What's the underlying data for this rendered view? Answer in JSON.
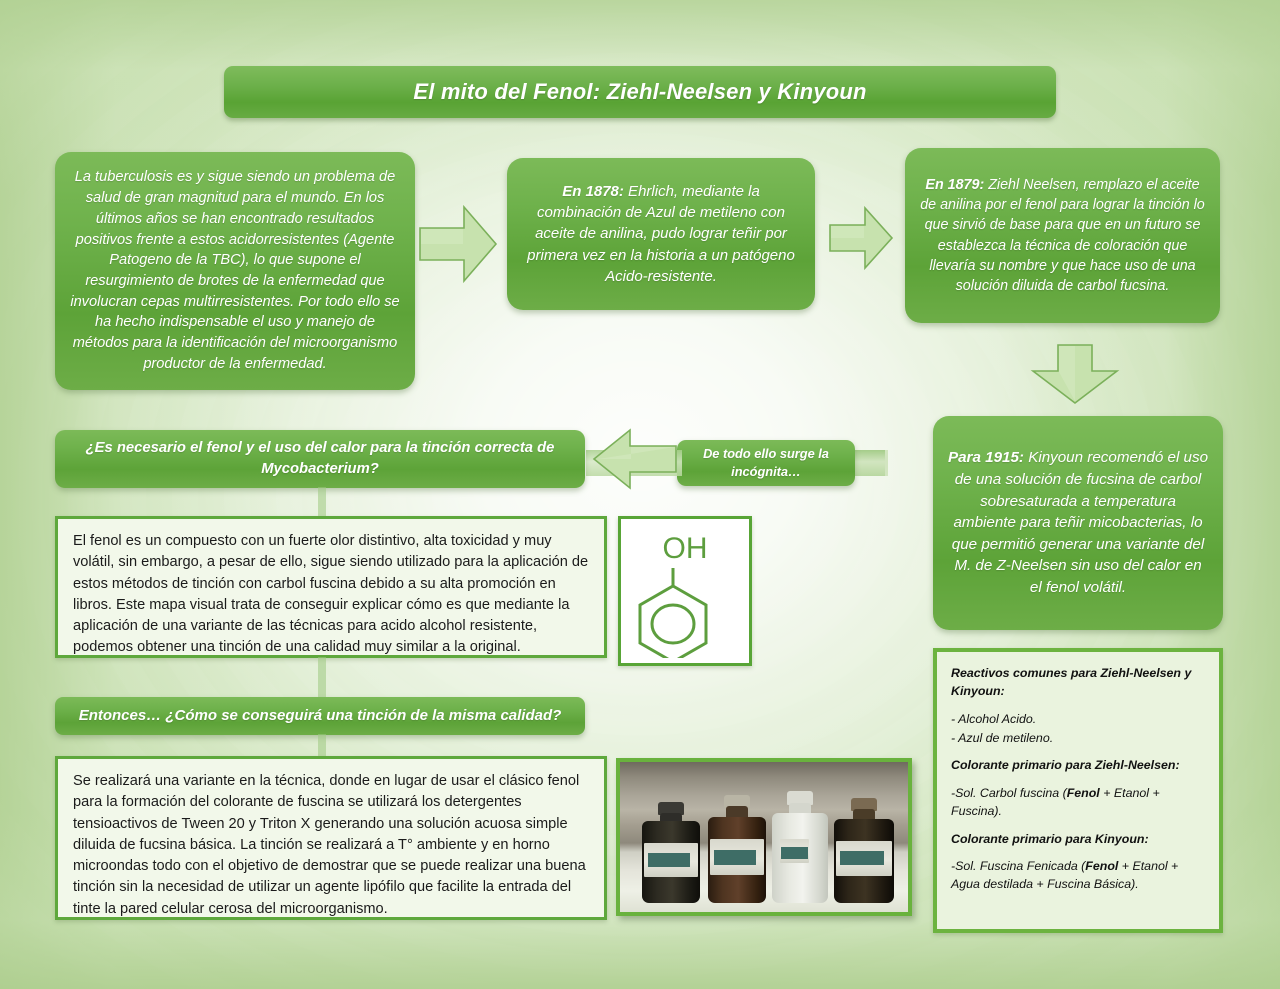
{
  "title": "El mito del Fenol: Ziehl-Neelsen y Kinyoun",
  "colors": {
    "brand_green": "#5ea83c",
    "box_green": "#6cb04a",
    "arrow_fill": "#c5e0ab",
    "arrow_stroke": "#77ad55",
    "cream": "#f2f8ea",
    "background": "#c6dfae"
  },
  "boxes": {
    "tuberculosis": "La tuberculosis es y sigue siendo un problema de salud de gran magnitud para el mundo. En los últimos años se han encontrado resultados positivos frente a estos acidorresistentes (Agente Patogeno de la TBC), lo que supone el resurgimiento de brotes de la enfermedad que involucran cepas multirresistentes. Por todo ello se ha hecho indispensable el uso y manejo de métodos para la identificación del microorganismo productor de la enfermedad.",
    "year_1878_label": "En 1878:",
    "year_1878_text": " Ehrlich, mediante la combinación de Azul de metileno con aceite de anilina, pudo lograr teñir por primera vez en la historia a un patógeno Acido-resistente.",
    "year_1879_label": "En 1879:",
    "year_1879_text": " Ziehl Neelsen, remplazo el aceite de anilina por el fenol para lograr la tinción lo que sirvió de base para que en un futuro se establezca la técnica de coloración que llevaría su nombre y que hace uso de una solución diluida de carbol fucsina.",
    "year_1915_label": "Para 1915:",
    "year_1915_text": " Kinyoun recomendó el uso de una solución de fucsina de carbol sobresaturada a temperatura ambiente para teñir micobacterias, lo que permitió generar una variante del M. de Z-Neelsen sin uso del calor en el fenol volátil.",
    "incognita": "De todo ello surge la incógnita…",
    "question": "¿Es necesario el fenol y el uso del calor para la tinción correcta de Mycobacterium?",
    "fenol_text": "El fenol es un compuesto con un fuerte olor distintivo, alta toxicidad y muy volátil, sin embargo, a pesar de ello, sigue siendo utilizado para la aplicación de estos métodos de tinción con carbol fuscina debido a su alta promoción en libros. Este mapa visual trata de conseguir explicar cómo es que mediante la aplicación de una variante de las técnicas para acido alcohol resistente, podemos obtener una tinción de una calidad muy similar a la original.",
    "entonces": "Entonces… ¿Cómo se conseguirá una tinción de la misma calidad?",
    "variante_text": "Se realizará una variante en la técnica, donde en lugar de usar el clásico fenol para la formación del colorante de fuscina se utilizará los detergentes tensioactivos de Tween 20 y Triton X generando una solución acuosa simple diluida de fucsina básica. La tinción se realizará a T° ambiente y en horno microondas todo con el objetivo de demostrar que se puede realizar una buena tinción sin la necesidad de utilizar un agente lipófilo que facilite la entrada del tinte la pared celular cerosa del microorganismo."
  },
  "reactivos": {
    "heading": "Reactivos comunes para Ziehl-Neelsen y Kinyoun:",
    "item_1": "- Alcohol Acido.",
    "item_2": "- Azul de metileno.",
    "subheading_zn": "Colorante primario para Ziehl-Neelsen:",
    "zn_line_a": "-Sol. Carbol fuscina (",
    "zn_bold": "Fenol",
    "zn_line_b": " + Etanol + Fuscina).",
    "subheading_kin": "Colorante primario para Kinyoun:",
    "kin_line_a": "-Sol. Fuscina Fenicada (",
    "kin_bold": "Fenol",
    "kin_line_b": " + Etanol + Agua destilada + Fuscina Básica)."
  },
  "phenol_molecule": {
    "label": "OH",
    "description": "benzene ring with hydroxyl group"
  },
  "photo": {
    "caption": "Cuatro frascos de reactivo sobre un estante"
  }
}
